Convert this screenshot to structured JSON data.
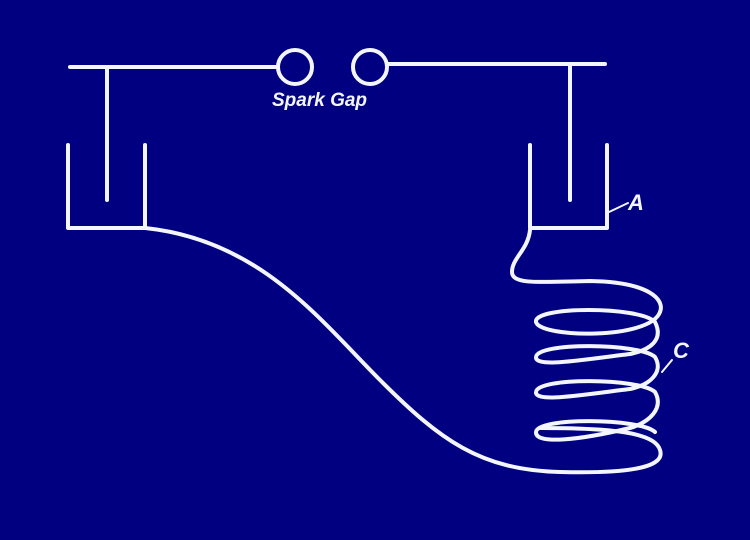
{
  "labels": {
    "spark_gap": "Spark Gap",
    "jar": "A",
    "coil": "C"
  },
  "colors": {
    "background": "#000080",
    "line": "#f4f6ff"
  }
}
